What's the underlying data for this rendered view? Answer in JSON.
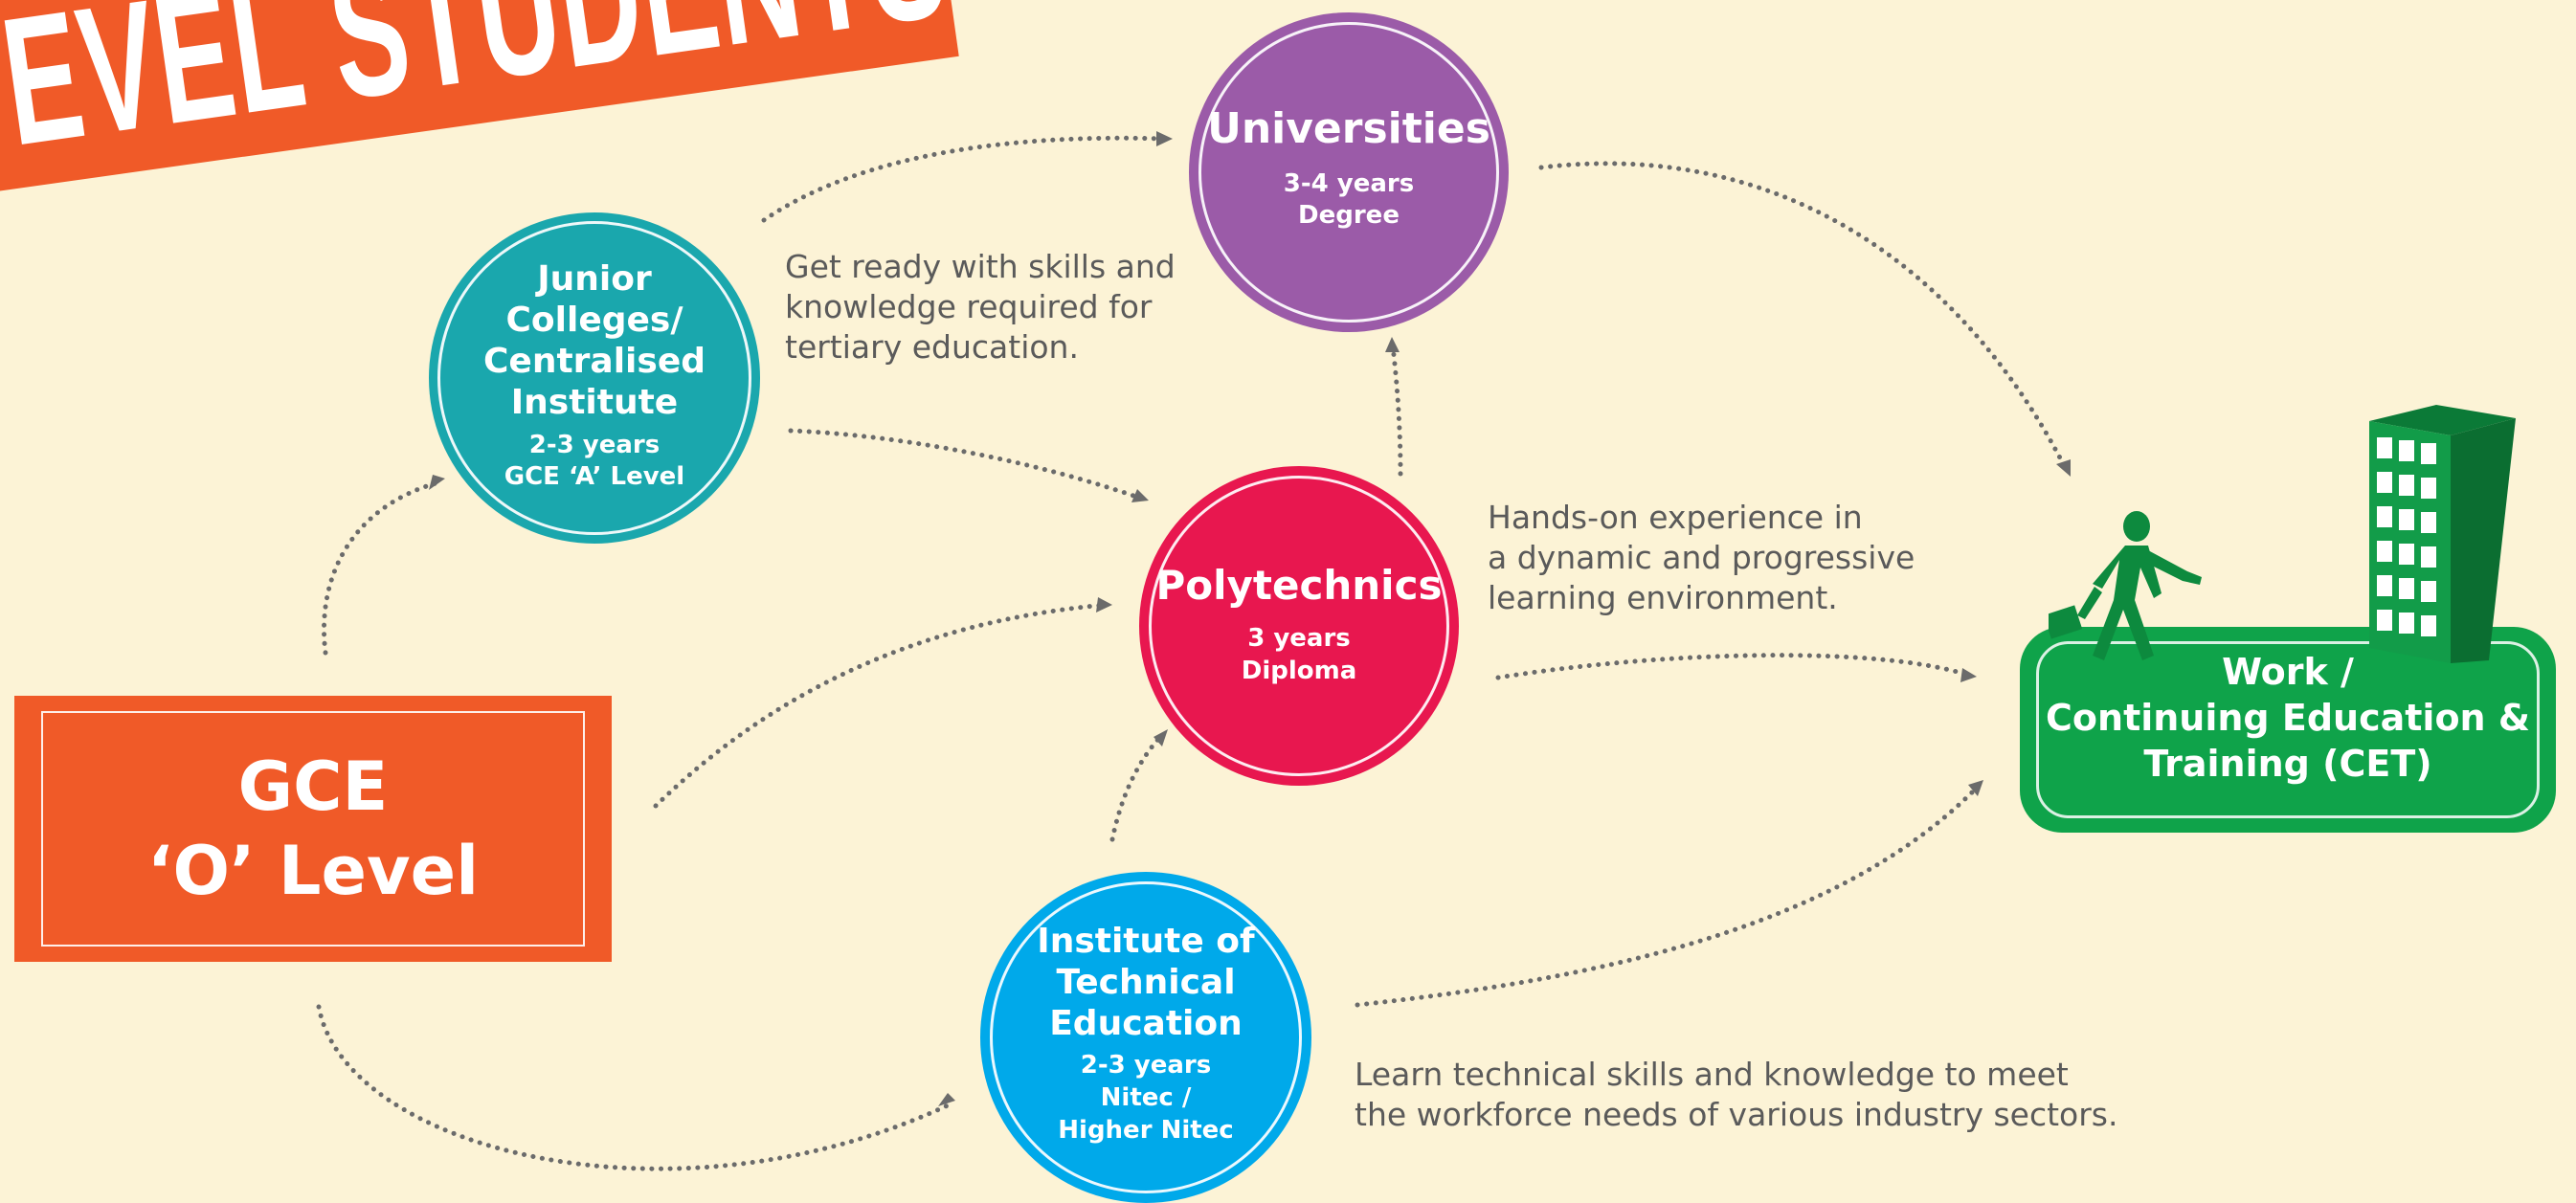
{
  "banner": {
    "text": "EVEL STUDENTS"
  },
  "source": {
    "line1": "GCE",
    "line2": "‘O’ Level"
  },
  "nodes": {
    "jc": {
      "title": [
        "Junior",
        "Colleges/",
        "Centralised",
        "Institute"
      ],
      "duration": "2-3 years",
      "qualification": "GCE ‘A’ Level",
      "color": "#1aa7ad"
    },
    "uni": {
      "title": [
        "Universities"
      ],
      "duration": "3-4 years",
      "qualification": "Degree",
      "color": "#9b5ba8"
    },
    "poly": {
      "title": [
        "Polytechnics"
      ],
      "duration": "3 years",
      "qualification": "Diploma",
      "color": "#e8174f"
    },
    "ite": {
      "title": [
        "Institute of",
        "Technical",
        "Education"
      ],
      "duration": "2-3 years",
      "qualification": "Nitec /",
      "qualification2": "Higher Nitec",
      "color": "#00a9ea"
    }
  },
  "descriptions": {
    "jc": [
      "Get ready with skills and",
      "knowledge required for",
      "tertiary education."
    ],
    "poly": [
      "Hands-on experience in",
      "a dynamic and progressive",
      "learning environment."
    ],
    "ite": [
      "Learn technical skills and knowledge to meet",
      "the workforce needs of various industry sectors."
    ]
  },
  "work": {
    "line1": "Work /",
    "line2": "Continuing Education &",
    "line3": "Training (CET)",
    "color": "#0fa34a",
    "icon": "person-walking-to-building-icon"
  },
  "colors": {
    "background": "#fcf3d6",
    "banner": "#f05a28",
    "arrow": "#6b6b6b"
  }
}
